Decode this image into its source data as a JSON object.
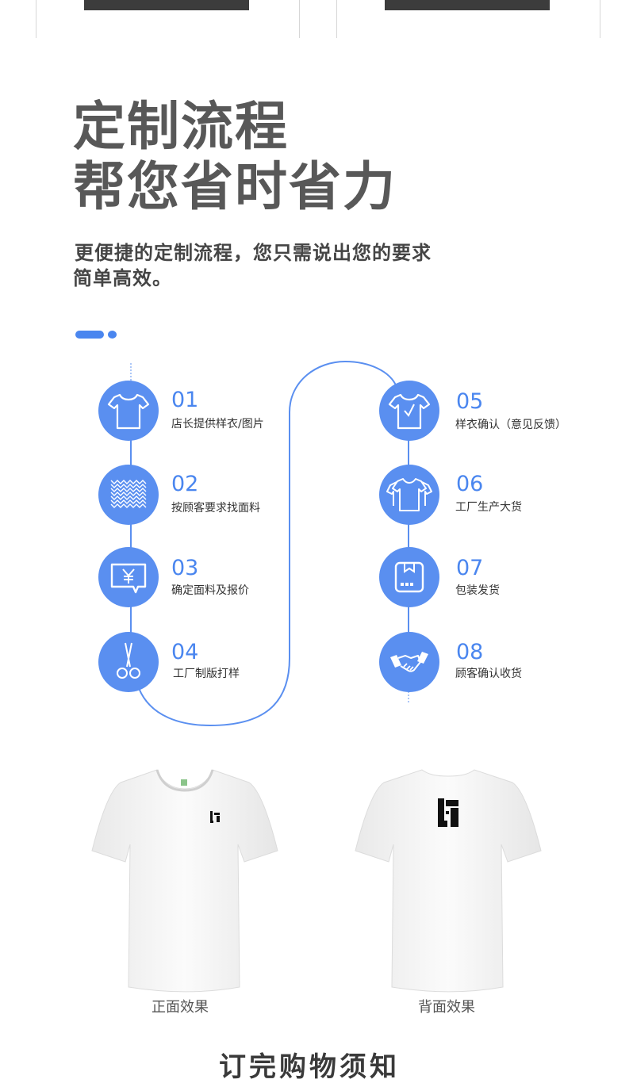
{
  "header": {
    "title_line1": "定制流程",
    "title_line2": "帮您省时省力",
    "desc_line1": "更便捷的定制流程，您只需说出您的要求",
    "desc_line2": "简单高效。"
  },
  "accent_color": "#5a8ff0",
  "steps": [
    {
      "num": "01",
      "label": "店长提供样衣/图片",
      "icon": "tshirt-icon"
    },
    {
      "num": "02",
      "label": "按顾客要求找面料",
      "icon": "fabric-icon"
    },
    {
      "num": "03",
      "label": "确定面料及报价",
      "icon": "price-yen-icon"
    },
    {
      "num": "04",
      "label": "工厂制版打样",
      "icon": "scissors-icon"
    },
    {
      "num": "05",
      "label": "样衣确认（意见反馈）",
      "icon": "tshirt-check-icon"
    },
    {
      "num": "06",
      "label": "工厂生产大货",
      "icon": "tshirts-stack-icon"
    },
    {
      "num": "07",
      "label": "包装发货",
      "icon": "package-icon"
    },
    {
      "num": "08",
      "label": "顾客确认收货",
      "icon": "handshake-icon"
    }
  ],
  "products": {
    "front_caption": "正面效果",
    "back_caption": "背面效果"
  },
  "footer": {
    "partial_title": "订完购物须知"
  }
}
